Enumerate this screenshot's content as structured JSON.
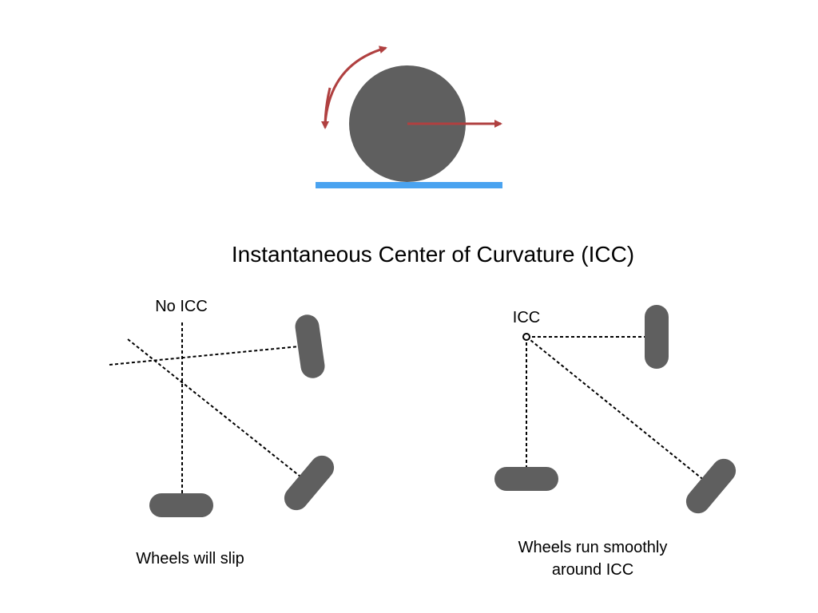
{
  "title": "Instantaneous Center of Curvature (ICC)",
  "left_panel": {
    "label": "No ICC",
    "caption": "Wheels will slip"
  },
  "right_panel": {
    "label": "ICC",
    "caption_line1": "Wheels run smoothly",
    "caption_line2": "around ICC"
  },
  "colors": {
    "wheel": "#5f5f5f",
    "arrow": "#b04040",
    "ground": "#4aa3f0"
  }
}
